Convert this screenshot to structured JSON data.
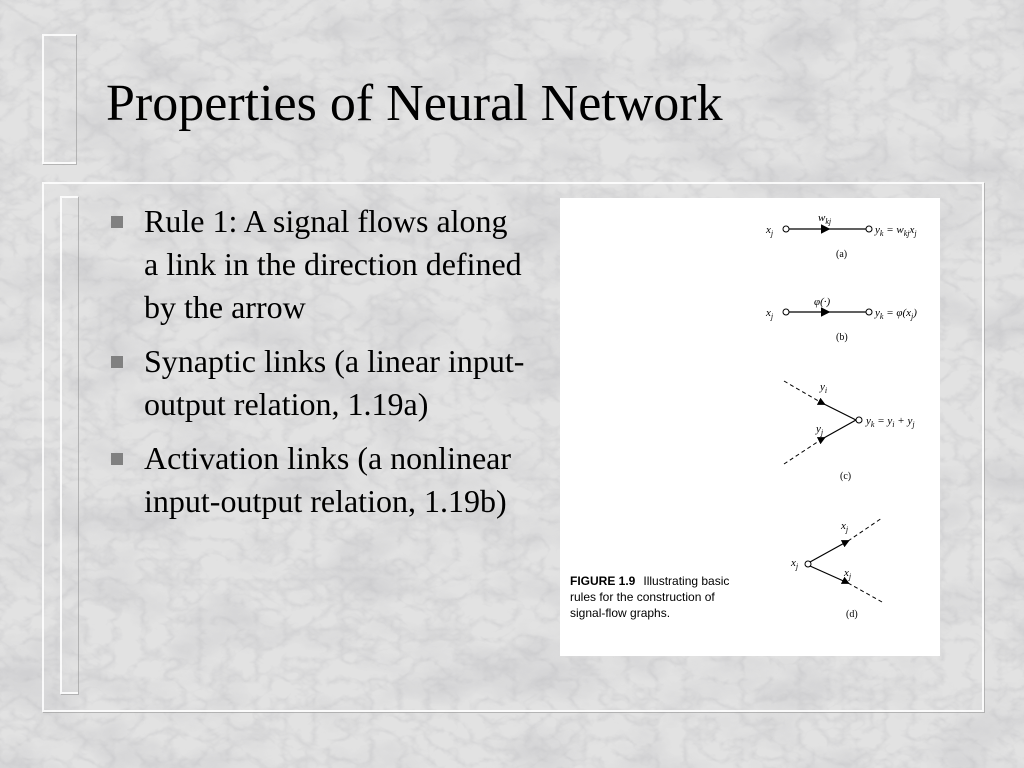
{
  "slide": {
    "title": "Properties of Neural Network",
    "bullets": [
      "Rule 1: A signal flows along a link in the direction defined by the arrow",
      "Synaptic links (a linear input-output relation, 1.19a)",
      "Activation links (a nonlinear input-output relation, 1.19b)"
    ]
  },
  "figure": {
    "caption_label": "FIGURE 1.9",
    "caption_line1": "Illustrating basic",
    "caption_line2": "rules for the construction of",
    "caption_line3": "signal-flow graphs.",
    "panel_a": {
      "input": "x",
      "input_sub": "j",
      "weight": "w",
      "weight_sub": "kj",
      "output": "y",
      "output_sub": "k",
      "eq_w": "w",
      "eq_w_sub": "kj",
      "eq_x": "x",
      "eq_x_sub": "j",
      "label": "(a)"
    },
    "panel_b": {
      "input": "x",
      "input_sub": "j",
      "func": "φ(·)",
      "output": "y",
      "output_sub": "k",
      "eq_rhs": "φ(x",
      "eq_rhs_sub": "j",
      "label": "(b)"
    },
    "panel_c": {
      "in1": "y",
      "in1_sub": "i",
      "in2": "y",
      "in2_sub": "j",
      "output": "y",
      "output_sub": "k",
      "eq_a": "y",
      "eq_a_sub": "i",
      "eq_b": "y",
      "eq_b_sub": "j",
      "label": "(c)"
    },
    "panel_d": {
      "input": "x",
      "input_sub": "j",
      "out1": "x",
      "out1_sub": "j",
      "out2": "x",
      "out2_sub": "j",
      "label": "(d)"
    }
  },
  "colors": {
    "background": "#dcdcdc",
    "text": "#000000",
    "bullet": "#808080",
    "figure_bg": "#ffffff"
  }
}
